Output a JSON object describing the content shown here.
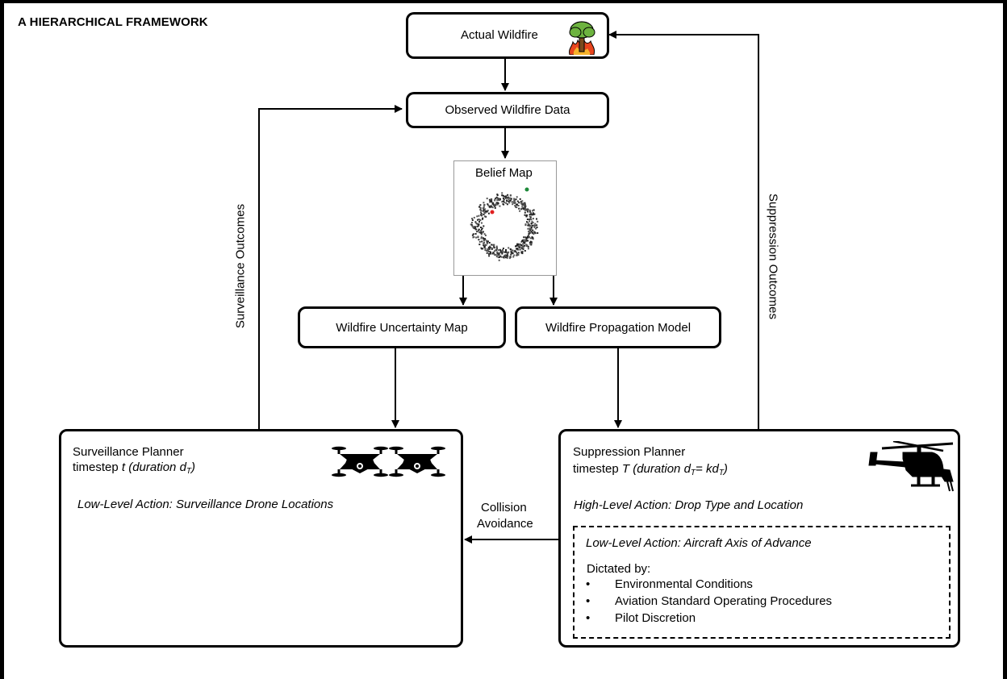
{
  "title": "A HIERARCHICAL FRAMEWORK",
  "nodes": {
    "actual_wildfire": "Actual Wildfire",
    "observed_data": "Observed Wildfire Data",
    "belief_map": "Belief Map",
    "uncertainty_map": "Wildfire Uncertainty Map",
    "propagation_model": "Wildfire Propagation Model"
  },
  "edges": {
    "surveillance_outcomes": "Surveillance Outcomes",
    "suppression_outcomes": "Suppression Outcomes",
    "collision_line1": "Collision",
    "collision_line2": "Avoidance"
  },
  "surveillance": {
    "title": "Surveillance Planner",
    "timestep_prefix": "timestep ",
    "timestep_var": "t",
    "duration_open": " (duration ",
    "duration_var": "d",
    "duration_sub": "T",
    "duration_close": ")",
    "action": "Low-Level Action: Surveillance Drone Locations"
  },
  "suppression": {
    "title": "Suppression Planner",
    "timestep_prefix": "timestep ",
    "timestep_var": "T",
    "duration_open": " (duration ",
    "d1": "d",
    "d1_sub": "T",
    "eq": "= ",
    "d2": "kd",
    "d2_sub": "T",
    "duration_close": ")",
    "high_action": "High-Level Action: Drop Type and Location",
    "low_action": "Low-Level Action: Aircraft Axis of Advance",
    "dictated_by": "Dictated by:",
    "bullets": [
      "Environmental Conditions",
      "Aviation Standard Operating Procedures",
      "Pilot Discretion"
    ],
    "bullet_char": "•"
  },
  "icons": [
    "tree-fire-icon",
    "drone-icon",
    "helicopter-icon"
  ],
  "colors": {
    "tree_green": "#6db33f",
    "fire_red": "#e8451e",
    "dot_green": "#1e8a3a",
    "dot_red": "#e02020"
  }
}
